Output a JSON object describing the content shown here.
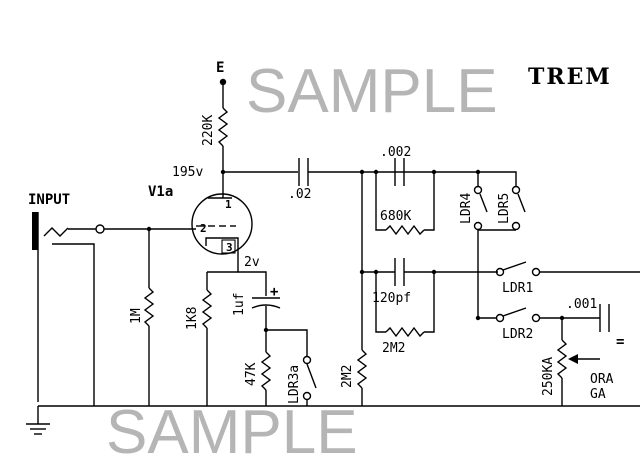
{
  "title": "TREM",
  "watermark": "SAMPLE",
  "labels": {
    "supply": "E",
    "input": "INPUT",
    "tube": "V1a",
    "plate_voltage": "195v",
    "cathode_voltage": "2v",
    "pin1": "1",
    "pin2": "2",
    "pin3": "3"
  },
  "components": {
    "r_plate": "220K",
    "c_coupling": ".02",
    "r_grid": "1M",
    "r_cathode": "1K8",
    "c_cathode": "1uf",
    "c_plus": "+",
    "r_47k": "47K",
    "ldr3a": "LDR3a",
    "r_2m2_left": "2M2",
    "c_002": ".002",
    "r_680k": "680K",
    "c_120pf": "120pf",
    "r_2m2": "2M2",
    "ldr4": "LDR4",
    "ldr5": "LDR5",
    "ldr1": "LDR1",
    "ldr2": "LDR2",
    "c_001": ".001",
    "pot": "250KA",
    "cut_label_1": "ORA",
    "cut_label_2": "GA",
    "cut_symbol": "="
  },
  "colors": {
    "ink": "#000000",
    "watermark": "#a9a9a9"
  }
}
